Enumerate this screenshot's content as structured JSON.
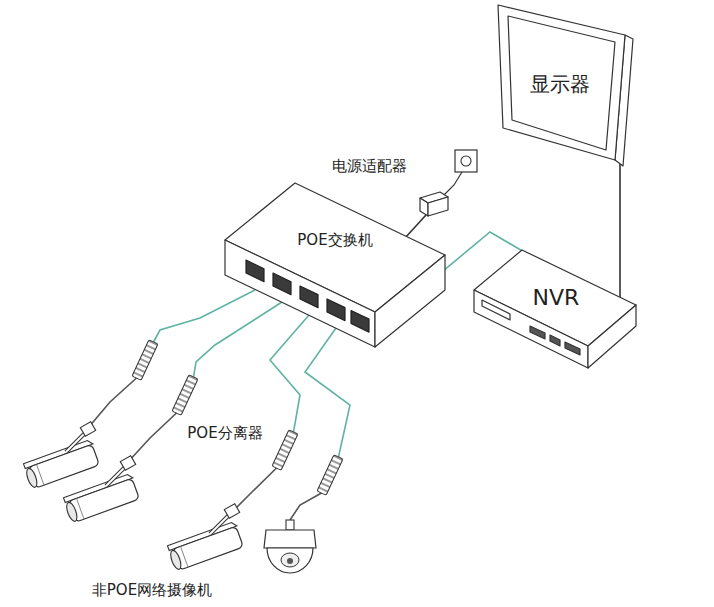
{
  "diagram": {
    "nodes": [
      {
        "text": [
          "显示器"
        ]
      },
      {
        "text": [
          "电源适配器"
        ]
      },
      {
        "text": [
          "POE交换机"
        ]
      },
      {
        "text": [
          "NVR"
        ]
      }
    ],
    "edges": [
      {
        "from": 1,
        "to": 2,
        "arrow": "none"
      },
      {
        "from": 2,
        "to": 3,
        "arrow": "none"
      },
      {
        "from": 3,
        "to": 0,
        "arrow": "none"
      }
    ],
    "labels": [
      "POE分离器",
      "非POE网络摄像机"
    ]
  }
}
